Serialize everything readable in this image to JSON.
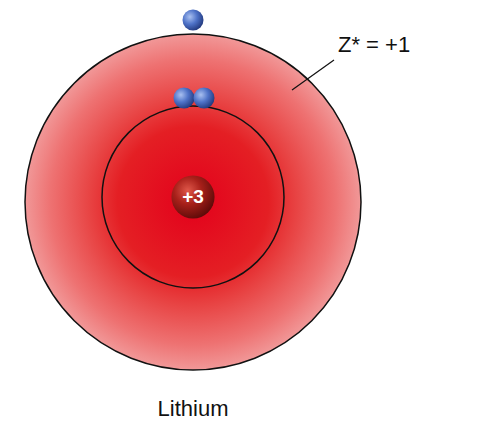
{
  "diagram": {
    "caption": "Lithium",
    "nodes": [
      {
        "text": [
          "+3"
        ]
      }
    ],
    "labels": [
      "Z* = +1"
    ]
  }
}
